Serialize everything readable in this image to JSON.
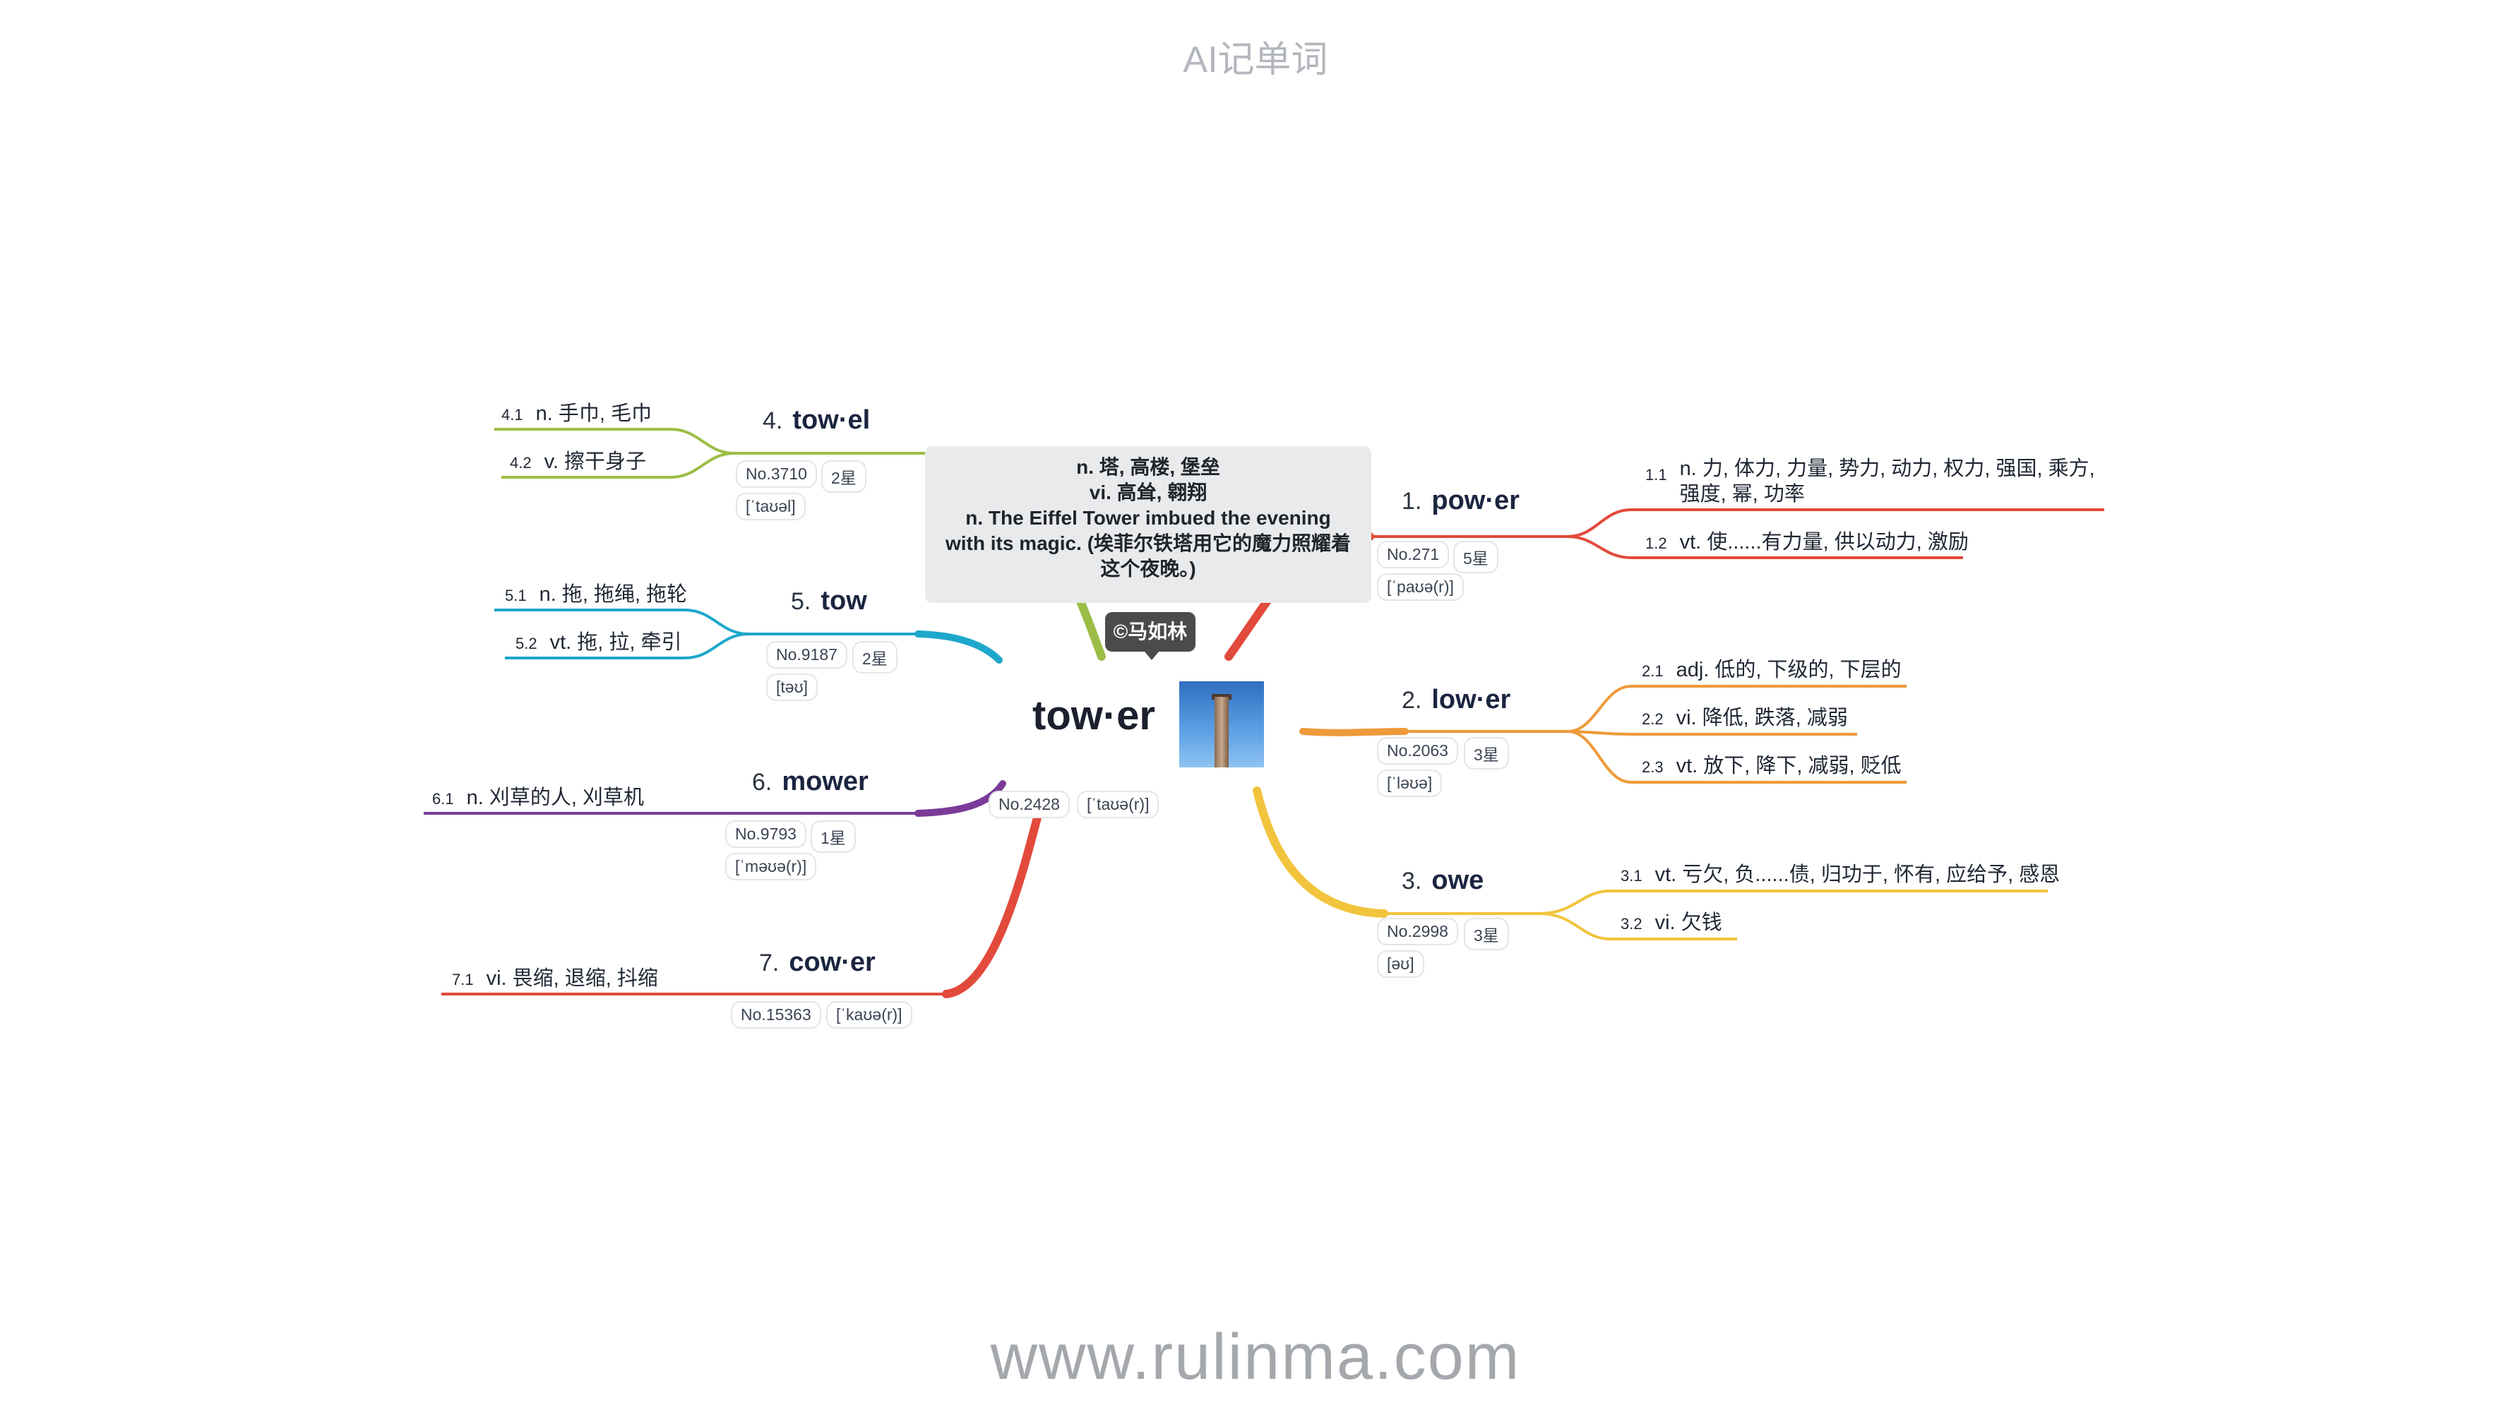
{
  "header": "AI记单词",
  "footer": "www.rulinma.com",
  "center": {
    "word": "tow·er",
    "rank": "No.2428",
    "phonetic": "[ˈtaʊə(r)]",
    "image_alt": "tower photo"
  },
  "callout": {
    "line1": "n. 塔, 高楼, 堡垒",
    "line2": "vi. 高耸, 翱翔",
    "line3": "n. The Eiffel Tower imbued the evening",
    "line4": "with its magic. (埃菲尔铁塔用它的魔力照耀着",
    "line5": "这个夜晚。)"
  },
  "copyright_badge": "©马如林",
  "colors": {
    "power": "#e24a3b",
    "lower": "#ee9a3a",
    "owe": "#f2c43d",
    "towel": "#9bbd45",
    "tow": "#1ea7cc",
    "mower": "#7b3a98",
    "cower": "#e24a3b"
  },
  "branches": [
    {
      "id": "power",
      "num": "1.",
      "word": "pow·er",
      "rank": "No.271",
      "stars": "5星",
      "phonetic": "[ˈpaʊə(r)]",
      "senses": [
        {
          "idx": "1.1",
          "text": "n. 力, 体力, 力量, 势力, 动力, 权力, 强国, 乘方, 强度, 幂, 功率"
        },
        {
          "idx": "1.2",
          "text": "vt. 使......有力量, 供以动力, 激励"
        }
      ]
    },
    {
      "id": "lower",
      "num": "2.",
      "word": "low·er",
      "rank": "No.2063",
      "stars": "3星",
      "phonetic": "[ˈləʊə]",
      "senses": [
        {
          "idx": "2.1",
          "text": "adj. 低的, 下级的, 下层的"
        },
        {
          "idx": "2.2",
          "text": "vi. 降低, 跌落, 减弱"
        },
        {
          "idx": "2.3",
          "text": "vt. 放下, 降下, 减弱, 贬低"
        }
      ]
    },
    {
      "id": "owe",
      "num": "3.",
      "word": "owe",
      "rank": "No.2998",
      "stars": "3星",
      "phonetic": "[əʊ]",
      "senses": [
        {
          "idx": "3.1",
          "text": "vt. 亏欠, 负......债, 归功于, 怀有, 应给予, 感恩"
        },
        {
          "idx": "3.2",
          "text": "vi. 欠钱"
        }
      ]
    },
    {
      "id": "towel",
      "num": "4.",
      "word": "tow·el",
      "rank": "No.3710",
      "stars": "2星",
      "phonetic": "[ˈtaʊəl]",
      "senses": [
        {
          "idx": "4.1",
          "text": "n. 手巾, 毛巾"
        },
        {
          "idx": "4.2",
          "text": "v. 擦干身子"
        }
      ]
    },
    {
      "id": "tow",
      "num": "5.",
      "word": "tow",
      "rank": "No.9187",
      "stars": "2星",
      "phonetic": "[təʊ]",
      "senses": [
        {
          "idx": "5.1",
          "text": "n. 拖, 拖绳, 拖轮"
        },
        {
          "idx": "5.2",
          "text": "vt. 拖, 拉, 牵引"
        }
      ]
    },
    {
      "id": "mower",
      "num": "6.",
      "word": "mower",
      "rank": "No.9793",
      "stars": "1星",
      "phonetic": "[ˈməʊə(r)]",
      "senses": [
        {
          "idx": "6.1",
          "text": "n. 刈草的人, 刈草机"
        }
      ]
    },
    {
      "id": "cower",
      "num": "7.",
      "word": "cow·er",
      "rank": "No.15363",
      "phonetic": "[ˈkaʊə(r)]",
      "senses": [
        {
          "idx": "7.1",
          "text": "vi. 畏缩, 退缩, 抖缩"
        }
      ]
    }
  ]
}
